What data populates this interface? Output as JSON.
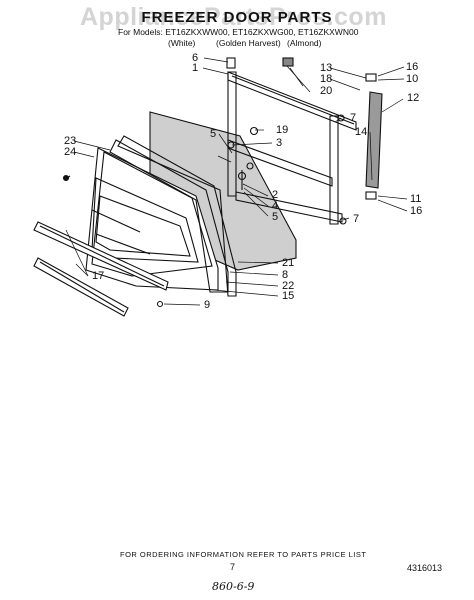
{
  "header": {
    "watermark": "AppliancePartsPros.com",
    "title": "FREEZER DOOR PARTS",
    "models_line": "For Models: ET16ZKXWW00, ET16ZKXWG00, ET16ZKXWN00",
    "color_white": "(White)",
    "color_golden": "(Golden Harvest)",
    "color_almond": "(Almond)"
  },
  "callouts": [
    "1",
    "2",
    "3",
    "4",
    "5",
    "5",
    "6",
    "7",
    "7",
    "8",
    "9",
    "10",
    "11",
    "12",
    "13",
    "14",
    "15",
    "16",
    "16",
    "17",
    "18",
    "19",
    "20",
    "21",
    "22",
    "23",
    "24"
  ],
  "footer": {
    "ordering_note": "FOR ORDERING INFORMATION REFER TO PARTS PRICE LIST",
    "page_number": "7",
    "part_number": "4316013",
    "handwritten": "860-6-9"
  }
}
